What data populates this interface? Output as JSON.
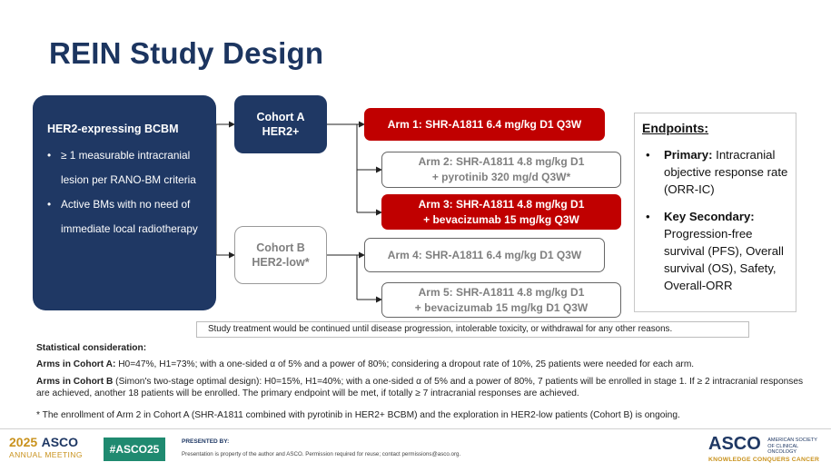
{
  "title": "REIN Study Design",
  "population": {
    "title": "HER2-expressing BCBM",
    "bullets": [
      "≥ 1 measurable intracranial lesion per RANO-BM criteria",
      "Active BMs with no need of immediate local radiotherapy"
    ]
  },
  "cohorts": {
    "a": {
      "line1": "Cohort A",
      "line2": "HER2+"
    },
    "b": {
      "line1": "Cohort B",
      "line2": "HER2-low*"
    }
  },
  "arms": [
    {
      "line1": "Arm 1: SHR-A1811 6.4 mg/kg D1 Q3W",
      "line2": ""
    },
    {
      "line1": "Arm 2: SHR-A1811 4.8 mg/kg D1",
      "line2": "+ pyrotinib 320 mg/d Q3W*"
    },
    {
      "line1": "Arm 3: SHR-A1811 4.8 mg/kg D1",
      "line2": "+ bevacizumab 15 mg/kg Q3W"
    },
    {
      "line1": "Arm 4: SHR-A1811 6.4 mg/kg D1 Q3W",
      "line2": ""
    },
    {
      "line1": "Arm 5: SHR-A1811 4.8 mg/kg D1",
      "line2": "+ bevacizumab 15 mg/kg D1 Q3W"
    }
  ],
  "endpoints": {
    "title": "Endpoints:",
    "primary_label": "Primary:",
    "primary_text": " Intracranial objective response rate (ORR-IC)",
    "secondary_label": "Key Secondary:",
    "secondary_text": " Progression-free survival (PFS), Overall survival (OS), Safety, Overall-ORR"
  },
  "treatment_note": "Study treatment would be continued until disease progression, intolerable toxicity, or withdrawal for any other reasons.",
  "stats": {
    "title": "Statistical consideration:",
    "cohort_a_label": "Arms in Cohort A:",
    "cohort_a_text": " H0=47%, H1=73%; with a one-sided α of 5% and a power of 80%; considering a dropout rate of 10%, 25 patients were needed for each arm.",
    "cohort_b_label": "Arms in Cohort B",
    "cohort_b_text": " (Simon's two-stage optimal design): H0=15%, H1=40%; with a one-sided α of 5% and a power of 80%, 7 patients will be enrolled in stage 1. If ≥ 2 intracranial responses are achieved, another 18 patients will be enrolled. The primary endpoint will be met, if totally ≥ 7 intracranial responses are achieved."
  },
  "footnote": "* The enrollment of Arm 2 in Cohort A (SHR-A1811 combined with pyrotinib in HER2+ BCBM) and the exploration in HER2-low patients (Cohort B) is ongoing.",
  "footer": {
    "year": "2025",
    "asco": "ASCO",
    "meeting": "ANNUAL MEETING",
    "hashtag": "#ASCO25",
    "presented_by": "PRESENTED BY:",
    "permission": "Presentation is property of the author and ASCO. Permission required for reuse; contact permissions@asco.org.",
    "logo": "ASCO",
    "society": "AMERICAN SOCIETY OF CLINICAL ONCOLOGY",
    "tagline": "KNOWLEDGE CONQUERS CANCER"
  },
  "colors": {
    "navy": "#1f3864",
    "red": "#c00000",
    "grey_text": "#7f7f7f",
    "gold": "#c9921d",
    "green": "#1f8a70"
  }
}
